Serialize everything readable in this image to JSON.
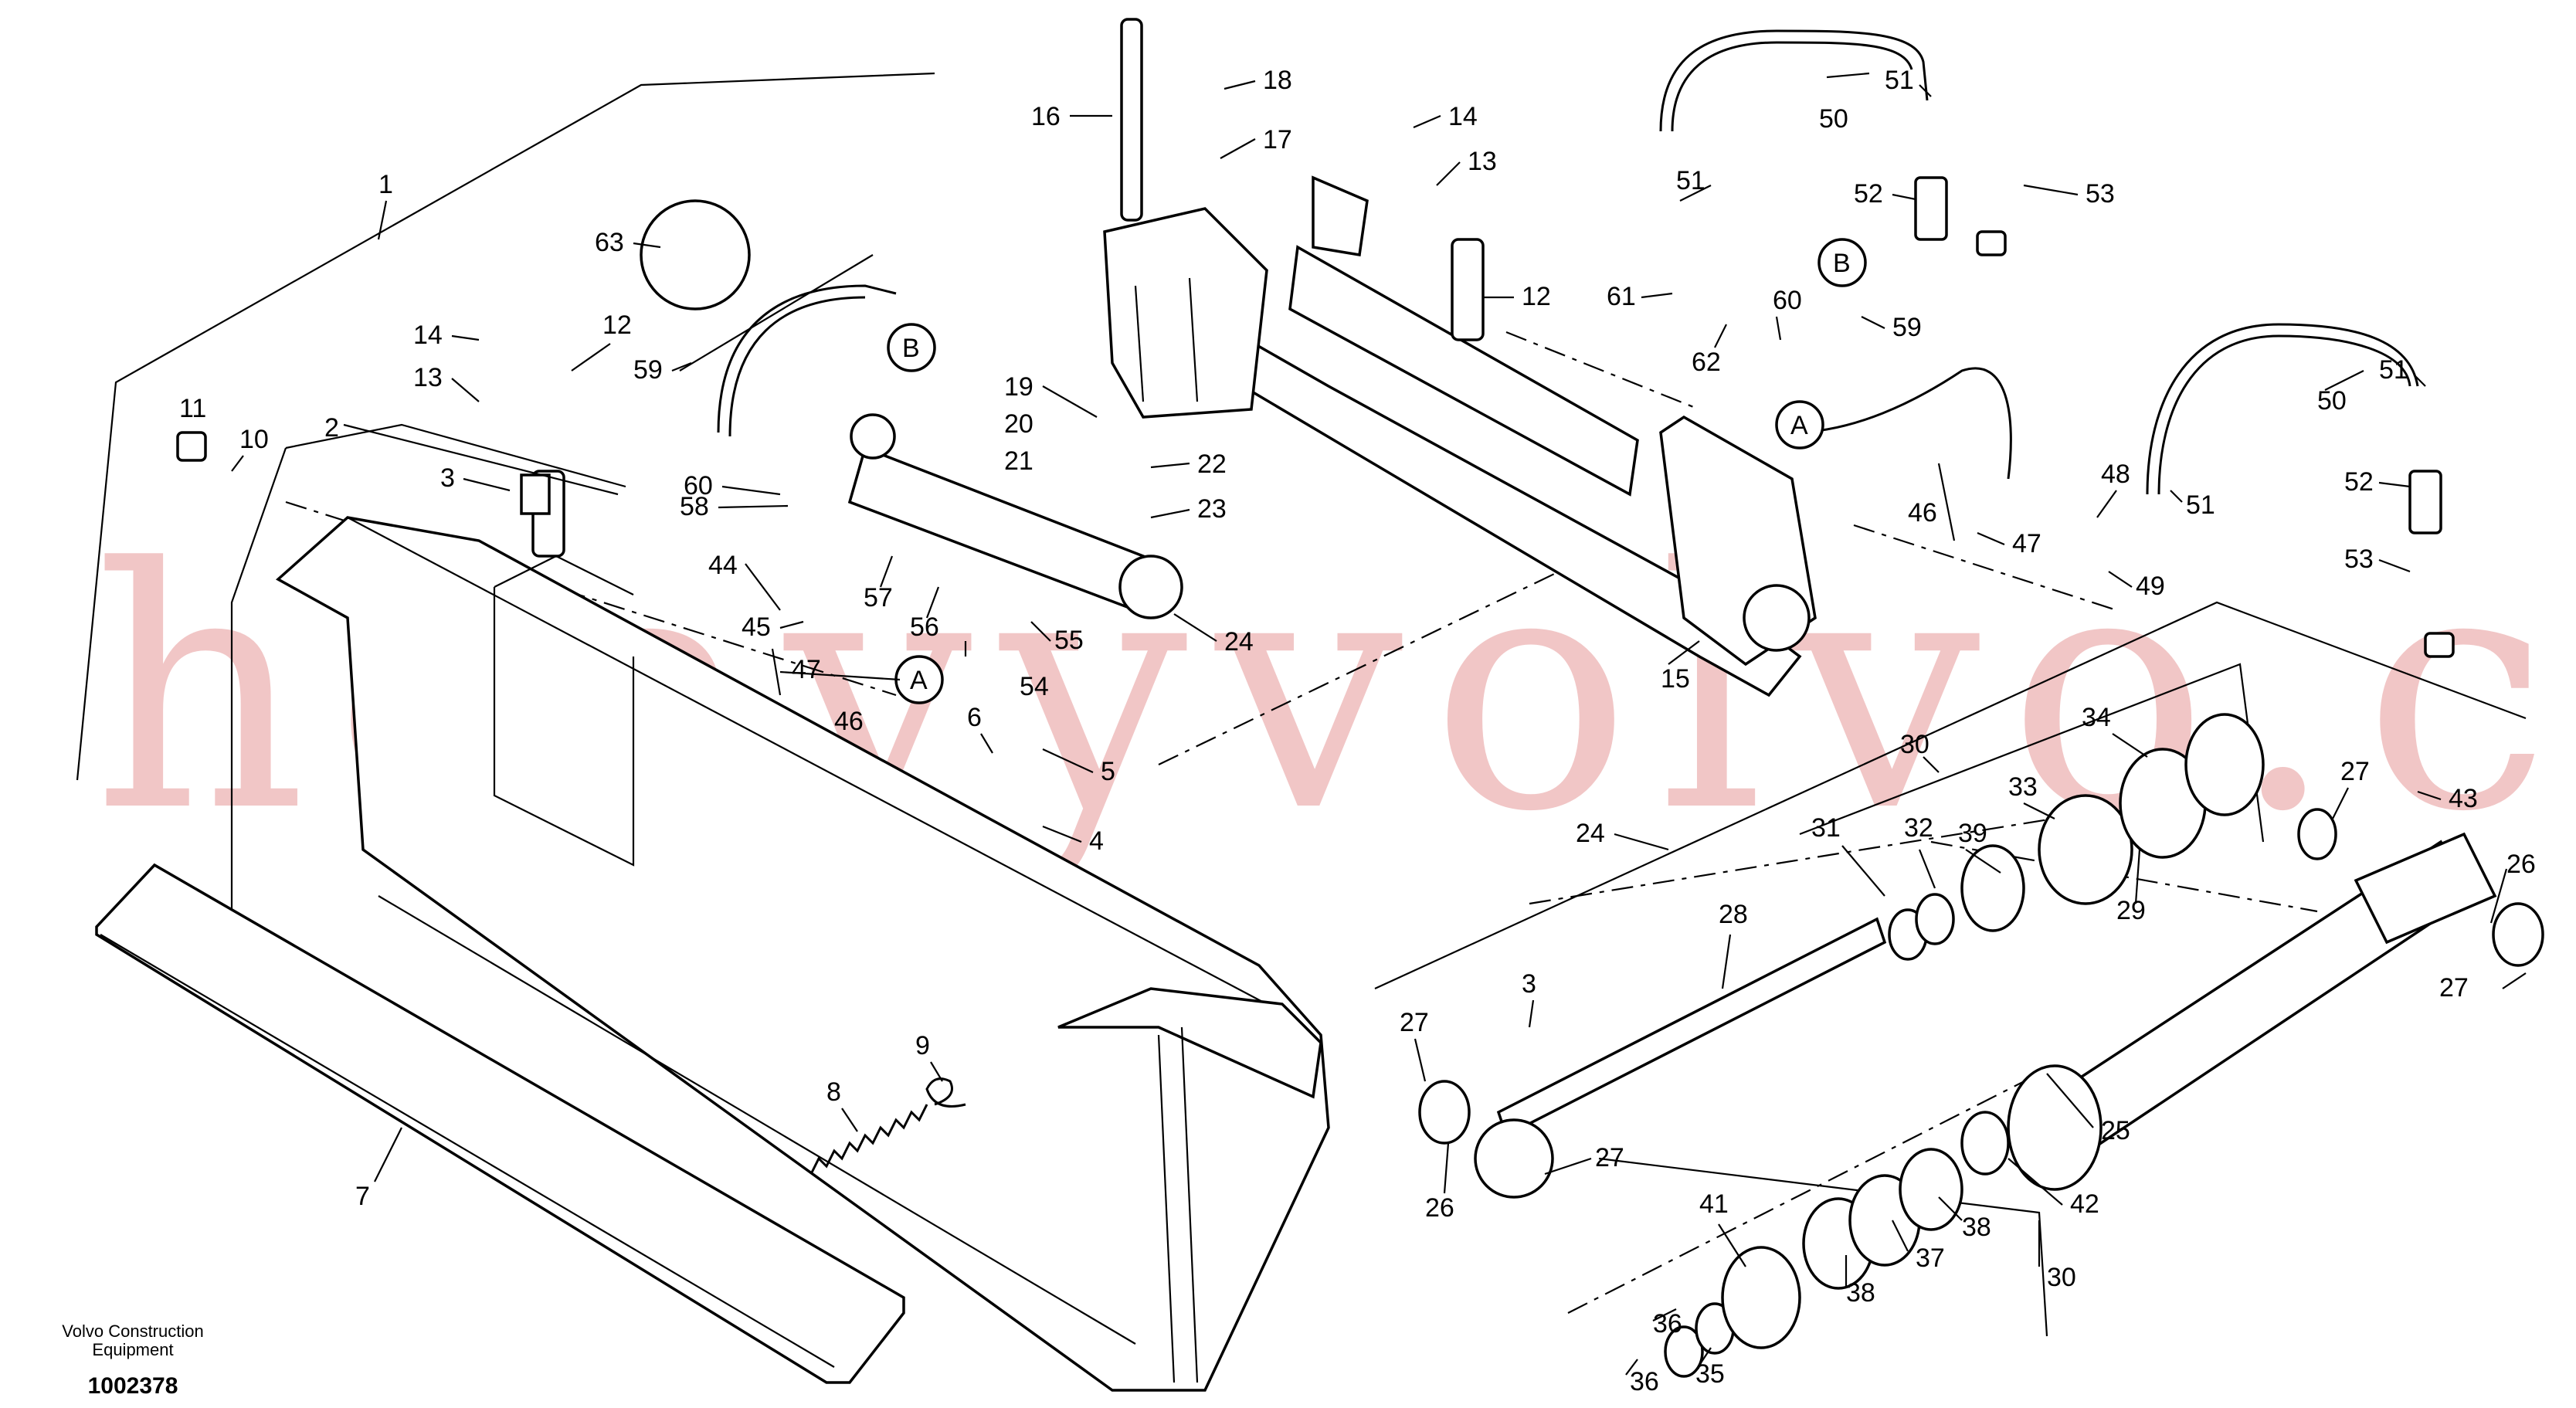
{
  "diagram": {
    "watermark": "heavyvolvo.com",
    "brand_line1": "Volvo Construction",
    "brand_line2": "Equipment",
    "drawing_number": "1002378",
    "callouts": [
      "1",
      "2",
      "3",
      "4",
      "5",
      "6",
      "7",
      "8",
      "9",
      "10",
      "11",
      "12",
      "12",
      "13",
      "13",
      "14",
      "14",
      "15",
      "16",
      "17",
      "18",
      "19",
      "20",
      "21",
      "22",
      "23",
      "24",
      "24",
      "25",
      "26",
      "26",
      "27",
      "27",
      "27",
      "27",
      "28",
      "29",
      "30",
      "30",
      "31",
      "32",
      "33",
      "34",
      "35",
      "36",
      "36",
      "37",
      "38",
      "38",
      "39",
      "41",
      "42",
      "43",
      "44",
      "45",
      "46",
      "46",
      "47",
      "47",
      "48",
      "49",
      "50",
      "50",
      "51",
      "51",
      "51",
      "51",
      "52",
      "52",
      "53",
      "53",
      "54",
      "55",
      "56",
      "57",
      "58",
      "59",
      "59",
      "60",
      "60",
      "61",
      "62",
      "63",
      "3"
    ],
    "connectors": [
      "A",
      "A",
      "B",
      "B"
    ]
  }
}
